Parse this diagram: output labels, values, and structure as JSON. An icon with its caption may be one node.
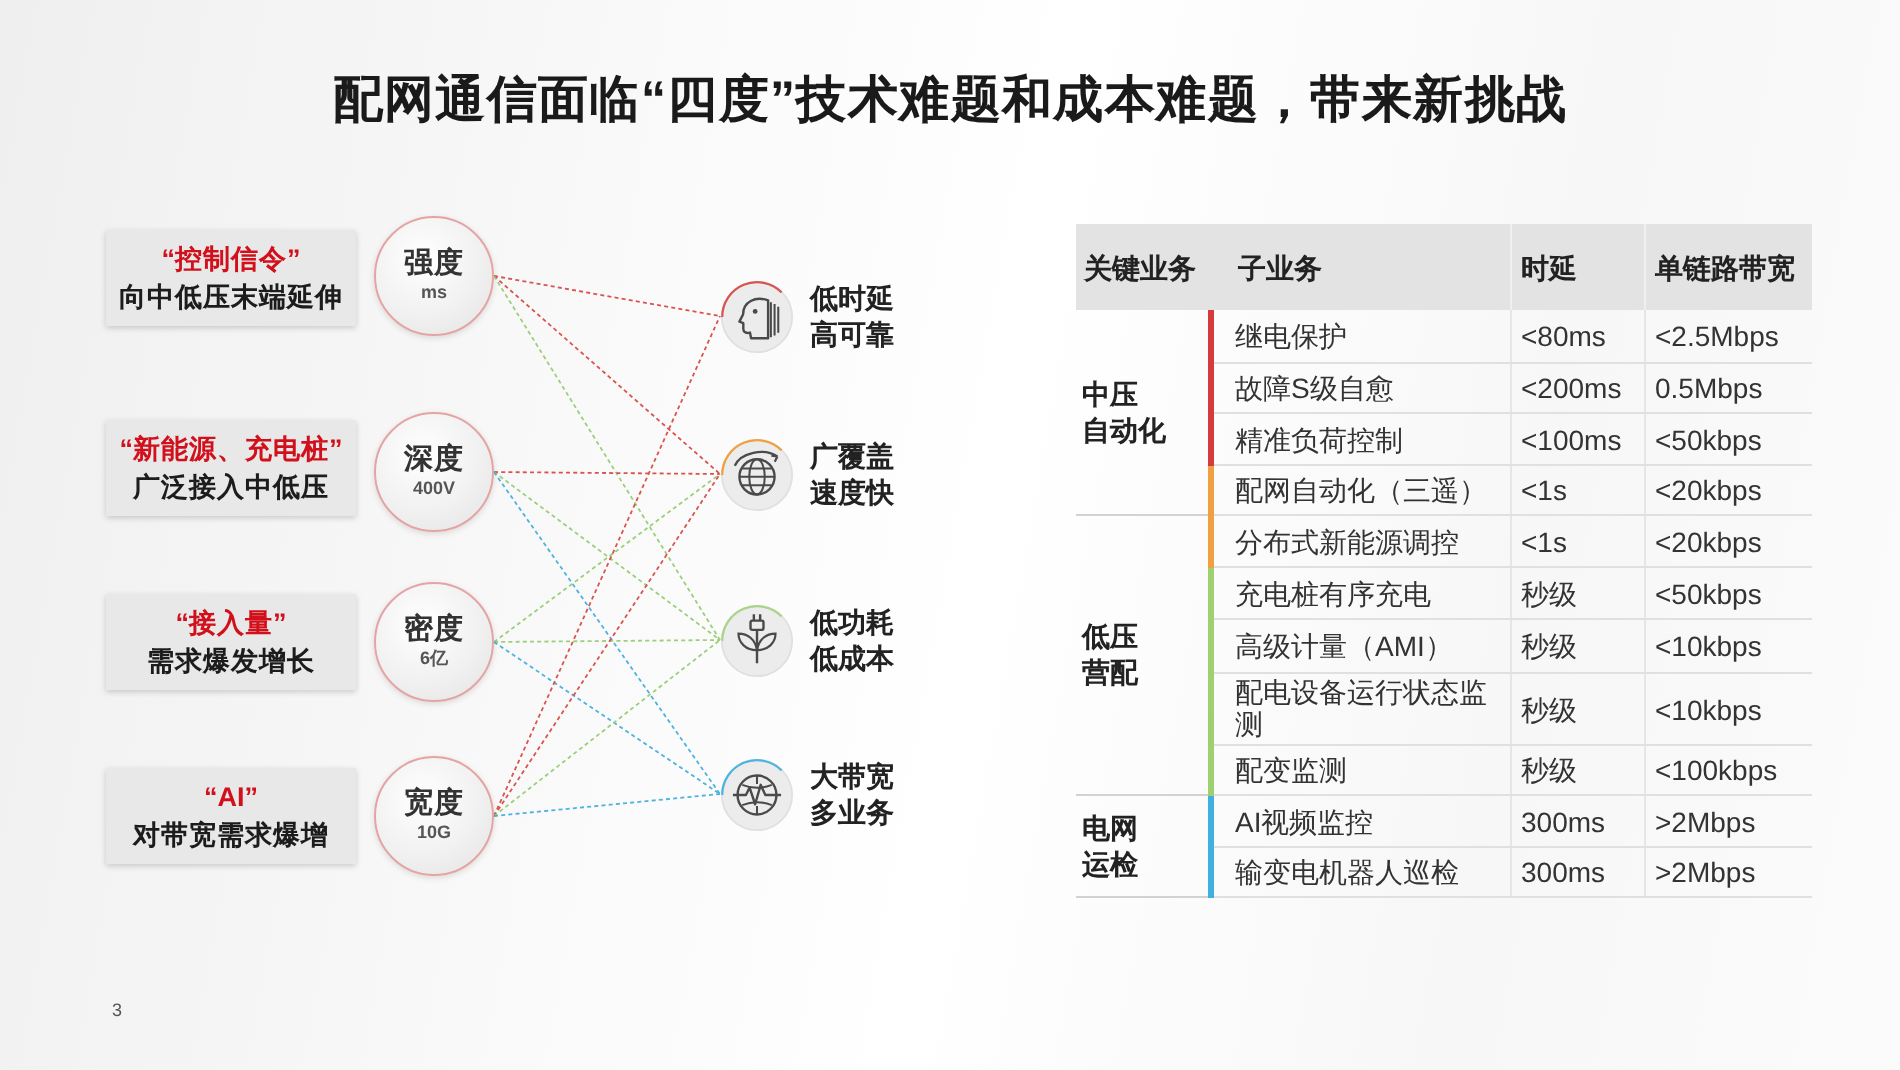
{
  "diagram": {
    "title": "配网通信面临“四度”技术难题和成本难题，带来新挑战",
    "nodes": [
      {
        "text": [
          "“控制信令”",
          "向中低压末端延伸"
        ]
      },
      {
        "text": [
          "“新能源、充电桩”",
          "广泛接入中低压"
        ]
      },
      {
        "text": [
          "“接入量”",
          "需求爆发增长"
        ]
      },
      {
        "text": [
          "“AI”",
          "对带宽需求爆增"
        ]
      },
      {
        "text": [
          "强度",
          "ms"
        ]
      },
      {
        "text": [
          "深度",
          "400V"
        ]
      },
      {
        "text": [
          "密度",
          "6亿"
        ]
      },
      {
        "text": [
          "宽度",
          "10G"
        ]
      },
      {
        "text": [
          "低时延高可靠"
        ]
      },
      {
        "text": [
          "广覆盖速度快"
        ]
      },
      {
        "text": [
          "低功耗低成本"
        ]
      },
      {
        "text": [
          "大带宽多业务"
        ]
      }
    ],
    "edges": [
      {
        "from": 4,
        "to": 8,
        "arrow": "none",
        "style": "dashed",
        "color": "#d9534f"
      },
      {
        "from": 4,
        "to": 9,
        "arrow": "none",
        "style": "dashed",
        "color": "#d9534f"
      },
      {
        "from": 4,
        "to": 10,
        "arrow": "none",
        "style": "dashed",
        "color": "#9ccf7a"
      },
      {
        "from": 5,
        "to": 9,
        "arrow": "none",
        "style": "dashed",
        "color": "#d9534f"
      },
      {
        "from": 5,
        "to": 10,
        "arrow": "none",
        "style": "dashed",
        "color": "#9ccf7a"
      },
      {
        "from": 5,
        "to": 11,
        "arrow": "none",
        "style": "dashed",
        "color": "#4cb3e0"
      },
      {
        "from": 6,
        "to": 9,
        "arrow": "none",
        "style": "dashed",
        "color": "#9ccf7a"
      },
      {
        "from": 6,
        "to": 10,
        "arrow": "none",
        "style": "dashed",
        "color": "#9ccf7a"
      },
      {
        "from": 6,
        "to": 11,
        "arrow": "none",
        "style": "dashed",
        "color": "#4cb3e0"
      },
      {
        "from": 7,
        "to": 8,
        "arrow": "none",
        "style": "dashed",
        "color": "#d9534f"
      },
      {
        "from": 7,
        "to": 9,
        "arrow": "none",
        "style": "dashed",
        "color": "#d9534f"
      },
      {
        "from": 7,
        "to": 10,
        "arrow": "none",
        "style": "dashed",
        "color": "#9ccf7a"
      },
      {
        "from": 7,
        "to": 11,
        "arrow": "none",
        "style": "dashed",
        "color": "#4cb3e0"
      }
    ],
    "labels": [
      "关键业务",
      "子业务",
      "时延",
      "单链路带宽",
      "中压自动化",
      "继电保护",
      "<80ms",
      "<2.5Mbps",
      "故障S级自愈",
      "<200ms",
      "0.5Mbps",
      "精准负荷控制",
      "<100ms",
      "<50kbps",
      "配网自动化（三遥）",
      "<1s",
      "<20kbps",
      "低压营配",
      "分布式新能源调控",
      "<1s",
      "<20kbps",
      "充电桩有序充电",
      "秒级",
      "<50kbps",
      "高级计量（AMI）",
      "秒级",
      "<10kbps",
      "配电设备运行状态监测",
      "秒级",
      "<10kbps",
      "配变监测",
      "秒级",
      "<100kbps",
      "电网运检",
      "AI视频监控",
      "300ms",
      ">2Mbps",
      "输变电机器人巡检",
      "300ms",
      ">2Mbps",
      "3"
    ]
  }
}
